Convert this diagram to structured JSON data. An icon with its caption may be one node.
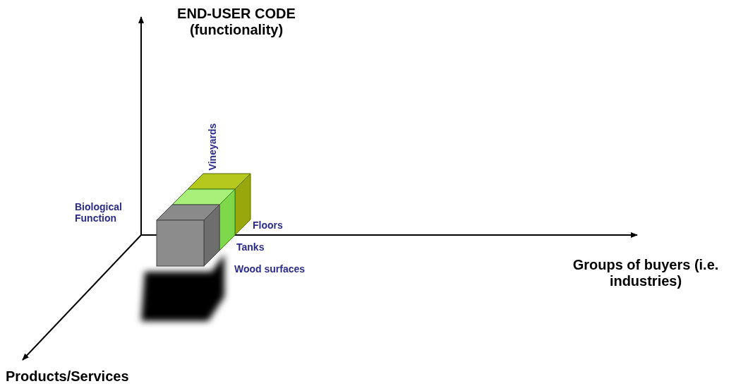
{
  "diagram": {
    "labels": [
      "END-USER CODE (functionality)",
      "Vineyards",
      "Biological Function",
      "Floors",
      "Tanks",
      "Groups of buyers (i.e. industries)",
      "Wood surfaces",
      "Products/Services"
    ]
  }
}
